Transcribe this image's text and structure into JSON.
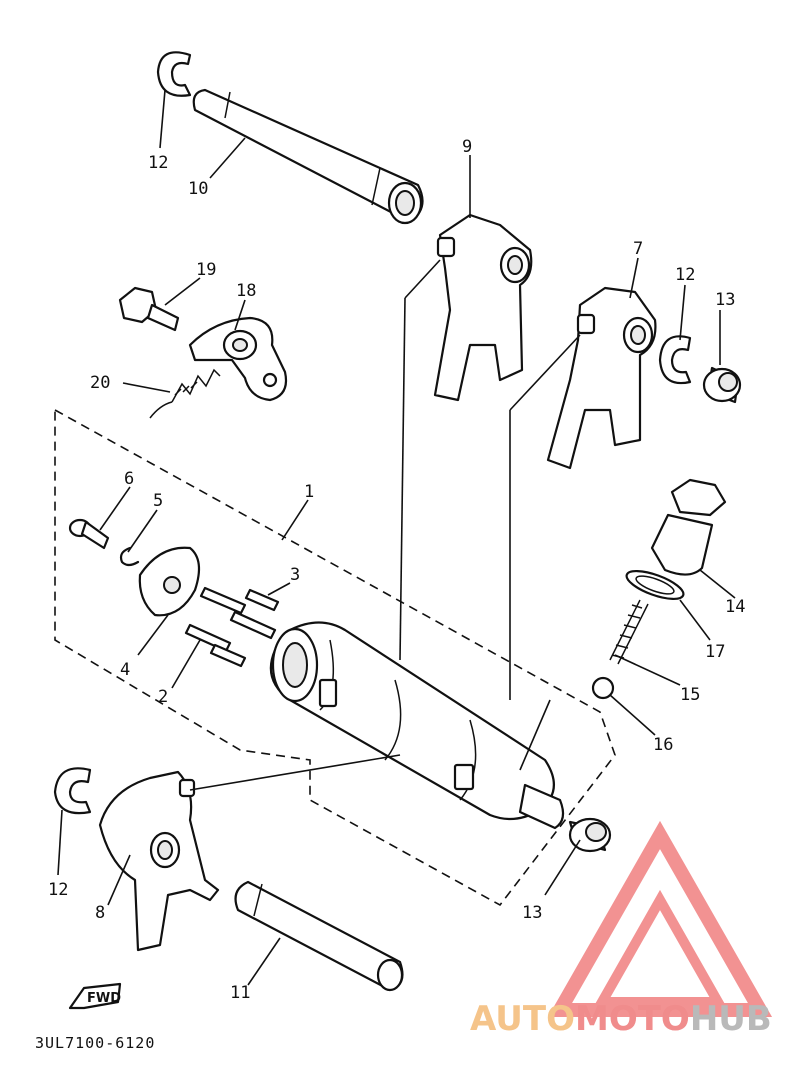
{
  "diagram_code": "3UL7100-6120",
  "fwd_label": "FWD",
  "watermark": {
    "part1": "AUTO",
    "part2": "MOTO",
    "part3": "HUB",
    "colors": {
      "auto": "#f5c48a",
      "moto": "#f08c8c",
      "hub": "#b9b9b9",
      "logo": "#f08080"
    }
  },
  "callouts": [
    {
      "id": "c1",
      "label": "1"
    },
    {
      "id": "c2",
      "label": "2"
    },
    {
      "id": "c3",
      "label": "3"
    },
    {
      "id": "c4",
      "label": "4"
    },
    {
      "id": "c5",
      "label": "5"
    },
    {
      "id": "c6",
      "label": "6"
    },
    {
      "id": "c7",
      "label": "7"
    },
    {
      "id": "c8",
      "label": "8"
    },
    {
      "id": "c9",
      "label": "9"
    },
    {
      "id": "c10",
      "label": "10"
    },
    {
      "id": "c11",
      "label": "11"
    },
    {
      "id": "c12a",
      "label": "12"
    },
    {
      "id": "c12b",
      "label": "12"
    },
    {
      "id": "c12c",
      "label": "12"
    },
    {
      "id": "c13a",
      "label": "13"
    },
    {
      "id": "c13b",
      "label": "13"
    },
    {
      "id": "c14",
      "label": "14"
    },
    {
      "id": "c15",
      "label": "15"
    },
    {
      "id": "c16",
      "label": "16"
    },
    {
      "id": "c17",
      "label": "17"
    },
    {
      "id": "c18",
      "label": "18"
    },
    {
      "id": "c19",
      "label": "19"
    },
    {
      "id": "c20",
      "label": "20"
    }
  ]
}
